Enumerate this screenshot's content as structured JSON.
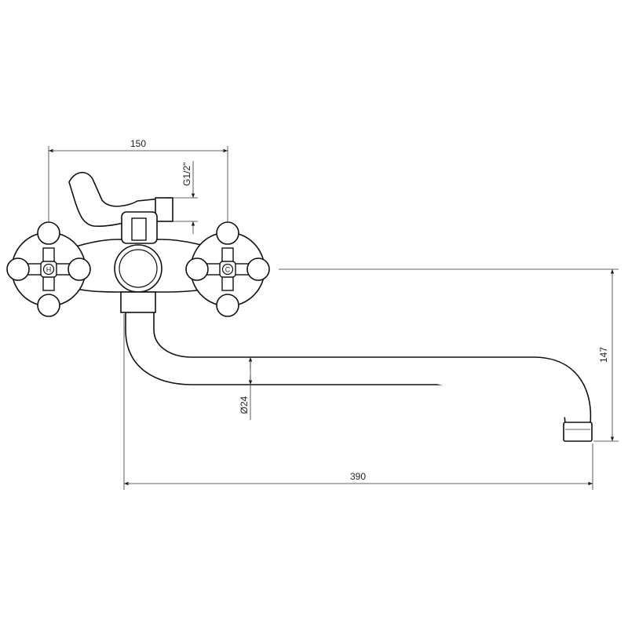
{
  "dimensions": {
    "width_top": "150",
    "thread": "G1/2\"",
    "height_right": "147",
    "pipe_diameter": "Ø24",
    "length_bottom": "390"
  },
  "knobs": {
    "hot_label": "H",
    "cold_label": "C"
  }
}
